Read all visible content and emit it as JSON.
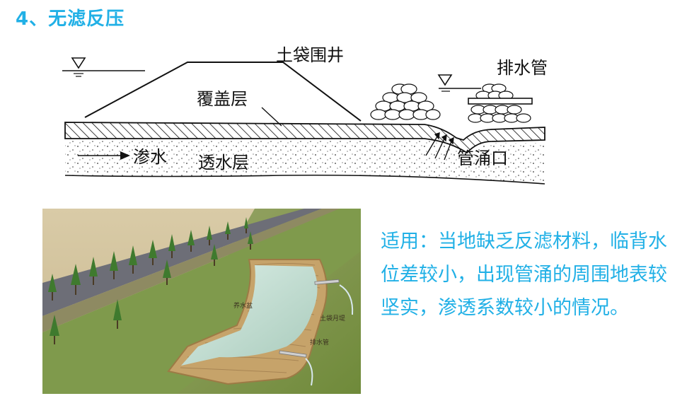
{
  "title": "4、无滤反压",
  "diagram": {
    "label_sandbag_well": "土袋围井",
    "label_drain_pipe": "排水管",
    "label_cover_layer": "覆盖层",
    "label_seepage": "渗水",
    "label_permeable_layer": "透水层",
    "label_piping_outlet": "管涌口"
  },
  "photo": {
    "label_pool": "养水盆",
    "label_sandbag_dike": "土袋月堤",
    "label_drain_pipe": "排水管"
  },
  "description": "适用：当地缺乏反滤材料，临背水位差较小，出现管涌的周围地表较坚实，渗透系数较小的情况。"
}
